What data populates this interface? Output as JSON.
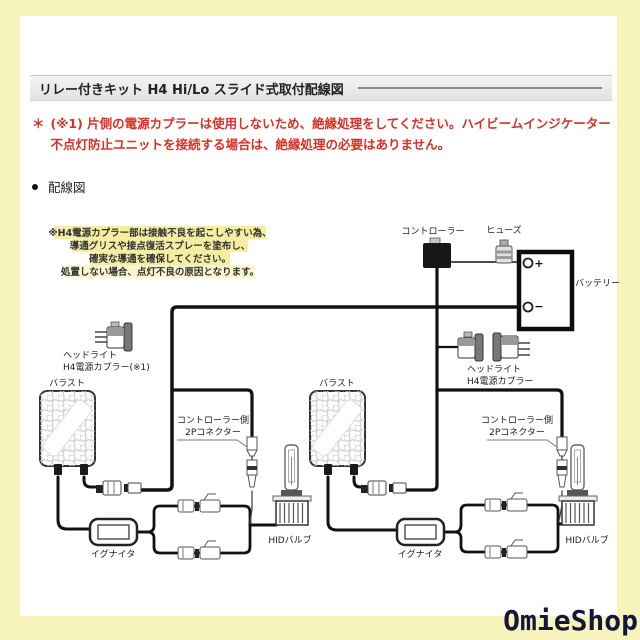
{
  "page": {
    "watermark": "OmieShop",
    "background": "#f6f3bb"
  },
  "header": {
    "title": "リレー付きキット H4 Hi/Lo スライド式取付配線図"
  },
  "warning": {
    "bullet": "＊",
    "text": "(※1) 片側の電源カプラーは使用しないため、絶縁処理をしてください。ハイビームインジケーター不点灯防止ユニットを接続する場合は、絶縁処理の必要はありません。"
  },
  "section": {
    "label": "配線図"
  },
  "diagram": {
    "note_lines": [
      "※H4電源カプラー部は接触不良を起こしやすい為、",
      "導通グリスや接点復活スプレーを塗布し、",
      "確実な導通を確保してください。",
      "処置しない場合、点灯不良の原因となります。"
    ],
    "labels": {
      "controller": "コントローラー",
      "fuse": "ヒューズ",
      "battery": "バッテリー",
      "battery_plus": "+",
      "battery_minus": "−",
      "headlight_unused_line1": "ヘッドライト",
      "headlight_unused_line2": "H4電源カプラー(※1)",
      "headlight_line1": "ヘッドライト",
      "headlight_line2": "H4電源カプラー",
      "ballast": "バラスト",
      "controller_side_line1": "コントローラー側",
      "controller_side_line2": "2Pコネクター",
      "igniter": "イグナイタ",
      "hid_bulb": "HIDバルブ"
    },
    "colors": {
      "wire": "#111111",
      "note_highlight": "#f4eda2",
      "label": "#222222",
      "red": "#d93025"
    }
  }
}
